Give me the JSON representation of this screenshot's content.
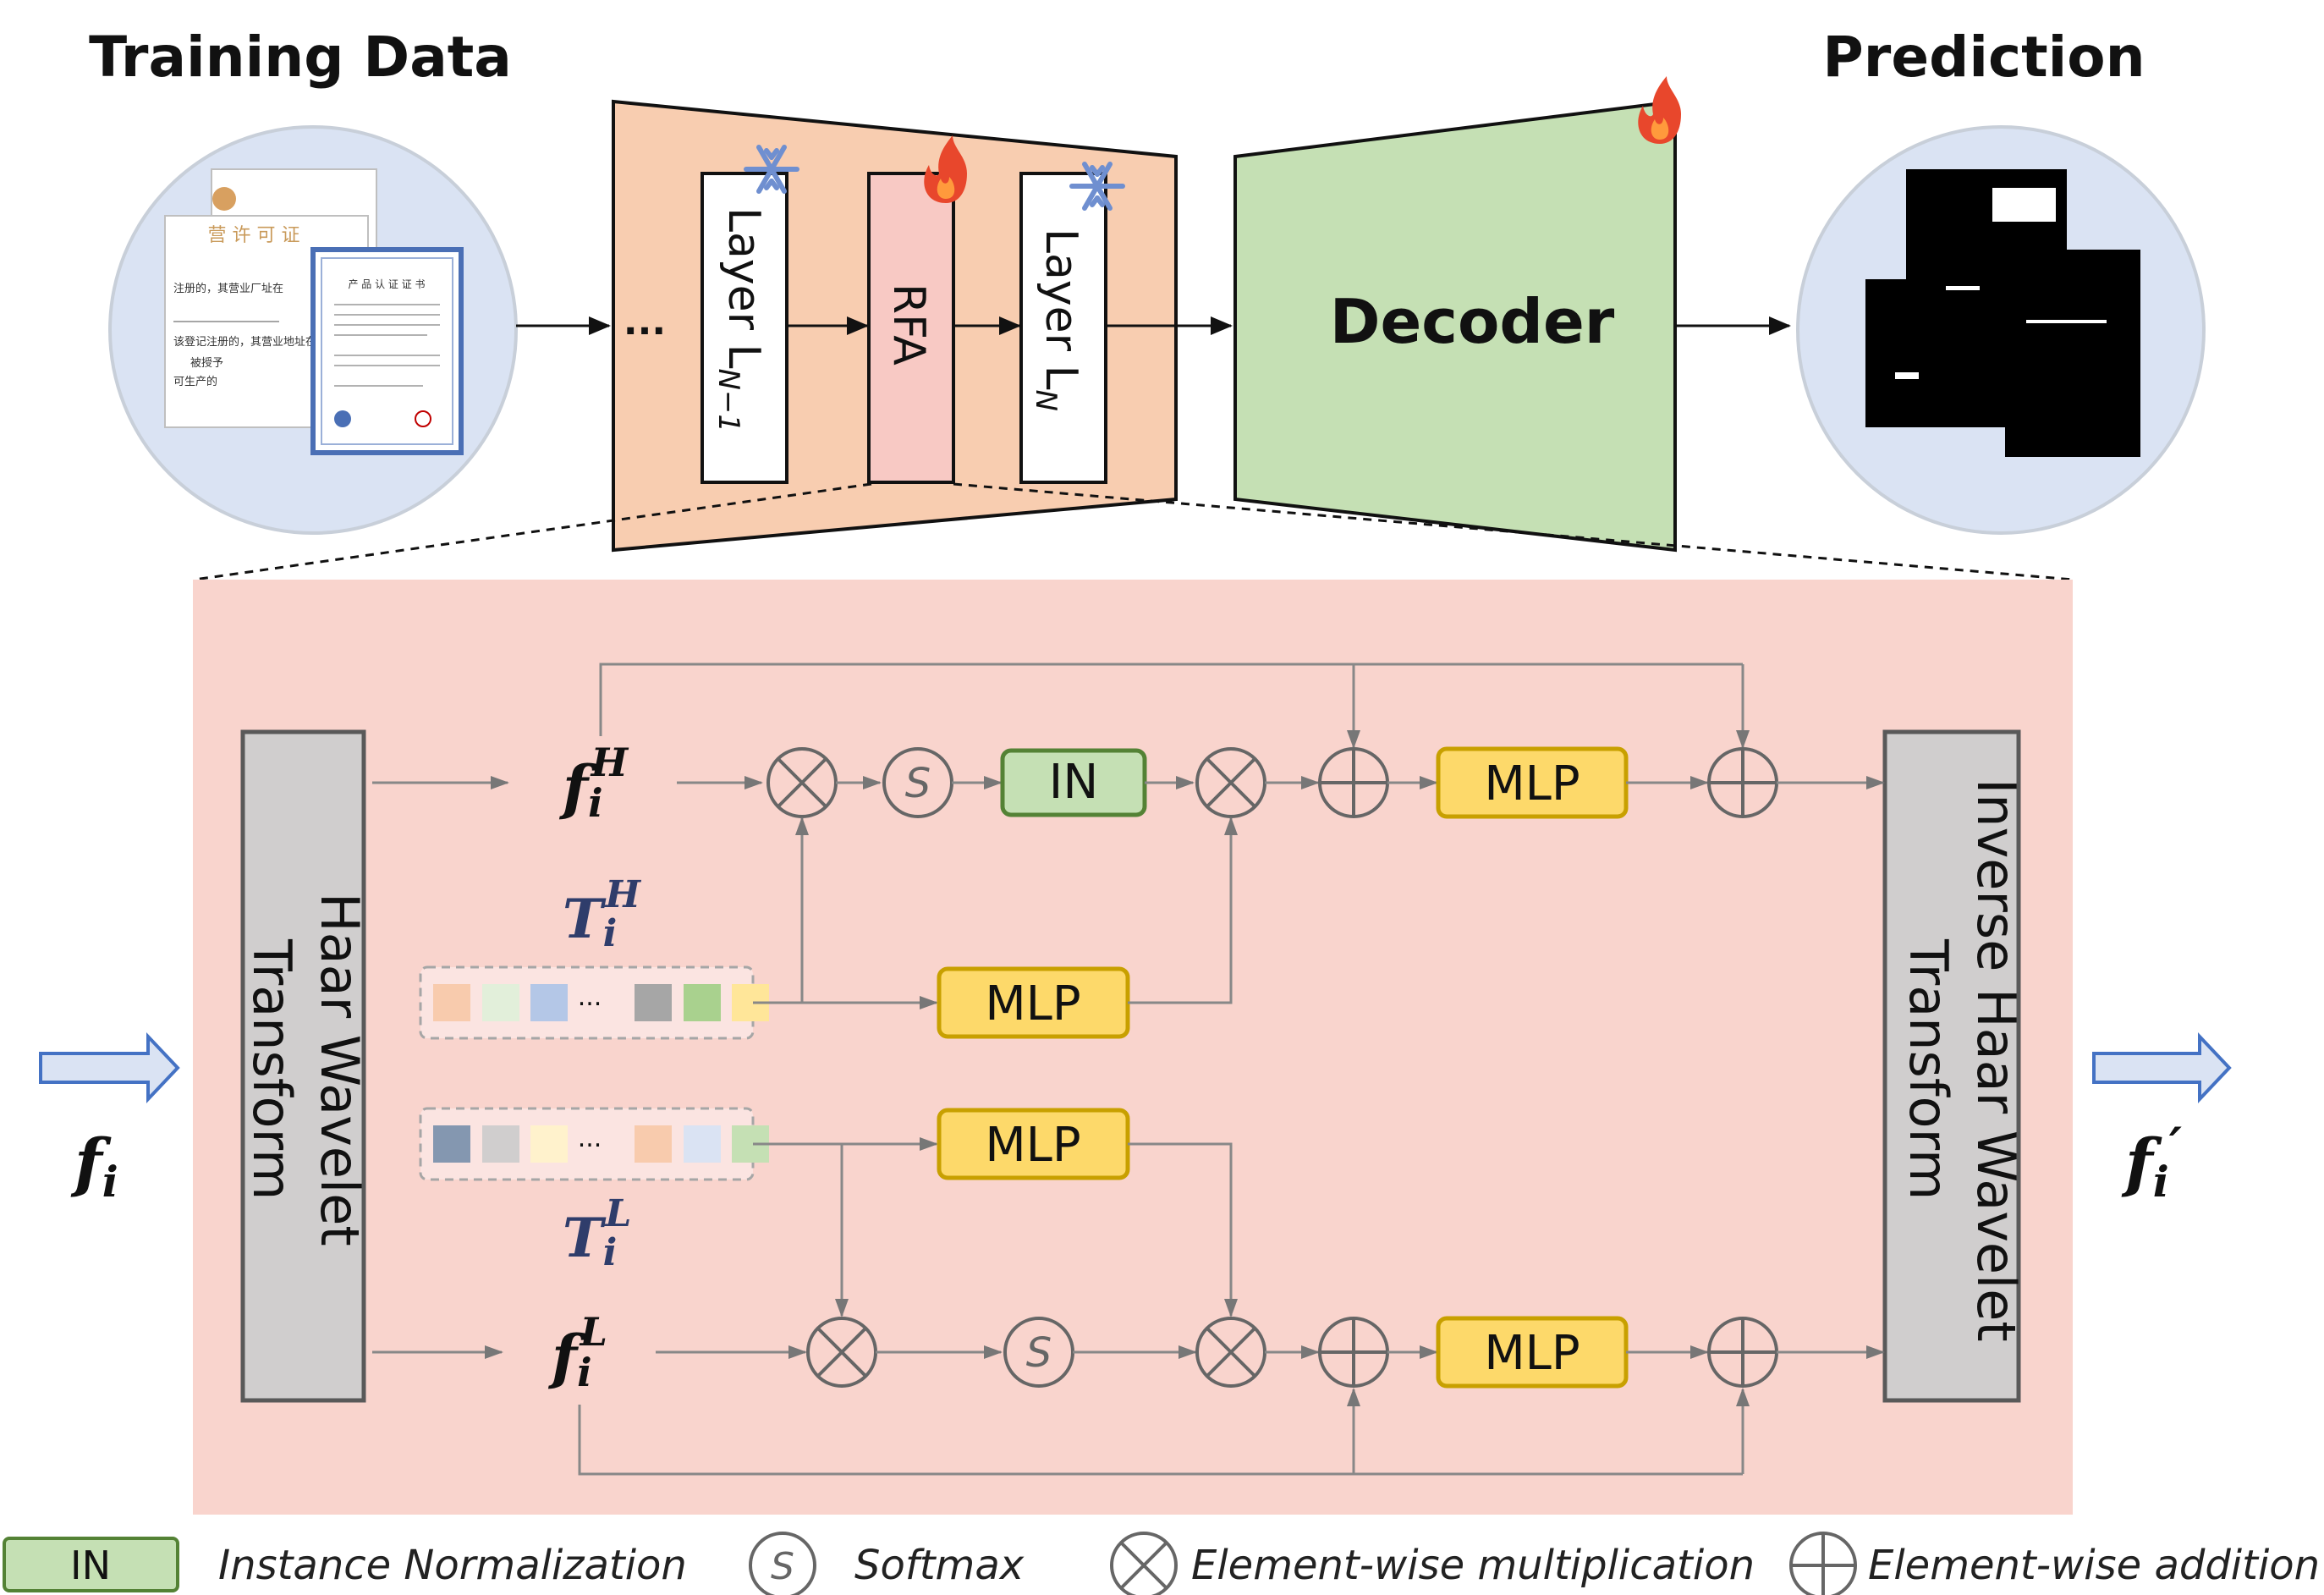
{
  "top": {
    "training_data_title": "Training Data",
    "prediction_title": "Prediction",
    "ellipsis": "...",
    "layer_n_minus_1": "Layer L",
    "layer_n_minus_1_sub": "N−1",
    "rfa": "RFA",
    "layer_n": "Layer L",
    "layer_n_sub": "N",
    "decoder": "Decoder"
  },
  "doc_text": {
    "license_heading": "营 许 可 证",
    "line1": "注册的，其营业厂址在",
    "line2": "该登记注册的，其营业地址在",
    "line3": "被授予",
    "line4": "可生产的",
    "cert_heading": "产 品 认 证 证 书"
  },
  "rfa_module": {
    "haar": [
      "Haar Wavelet",
      "Transform"
    ],
    "inverse_haar": [
      "Inverse Haar Wavelet",
      "Transform"
    ],
    "input_label": "f",
    "input_sub": "i",
    "output_label": "f",
    "output_sub": "i",
    "output_prime": "′",
    "fH": "f",
    "fH_sub": "i",
    "fH_sup": "H",
    "fL": "f",
    "fL_sub": "i",
    "fL_sup": "L",
    "TH": "T",
    "TH_sub": "i",
    "TH_sup": "H",
    "TL": "T",
    "TL_sub": "i",
    "TL_sup": "L",
    "in_box": "IN",
    "mlp": "MLP",
    "softmax_symbol": "S",
    "token_ellipsis": "..."
  },
  "legend": {
    "in_box": "IN",
    "in_text": "Instance Normalization",
    "softmax_symbol": "S",
    "softmax_text": "Softmax",
    "mult_text": "Element-wise multiplication",
    "add_text": "Element-wise addition"
  },
  "colors": {
    "encoder_fill": "#f8cdb0",
    "decoder_fill": "#c5e0b4",
    "rfa_panel": "#f9d4cd",
    "rfa_block": "#f8c9c4",
    "haar_fill": "#d0cece",
    "mlp_fill": "#fdd96a",
    "mlp_stroke": "#c8a000",
    "in_fill": "#c5e0b4",
    "in_stroke": "#548235",
    "circle_bg": "#dae3f3",
    "arrow_blue": "#4472c4",
    "th_tokens": [
      "#f8cbad",
      "#e2efda",
      "#b4c7e7",
      "#a6a6a6",
      "#a9d18e",
      "#ffe699"
    ],
    "tl_tokens": [
      "#8497b0",
      "#d0cece",
      "#fff2cc",
      "#f8cbad",
      "#dae3f3",
      "#c5e0b4"
    ]
  }
}
